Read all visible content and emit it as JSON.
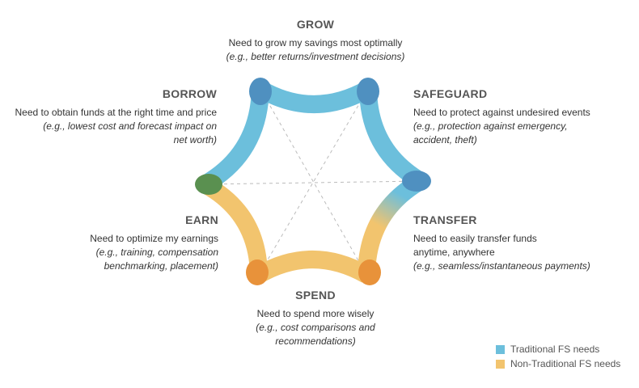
{
  "colors": {
    "traditional": "#6cbfdc",
    "non_traditional": "#f2c46e",
    "node_blue": "#4f90c0",
    "node_orange": "#e8923a",
    "node_green": "#5a9050"
  },
  "needs": {
    "grow": {
      "title": "GROW",
      "desc": "Need to grow my savings most optimally",
      "example": "(e.g., better returns/investment decisions)"
    },
    "borrow": {
      "title": "BORROW",
      "desc": "Need to obtain funds at the right time and price",
      "example1": "(e.g., lowest cost and forecast impact on",
      "example2": "net worth)"
    },
    "safeguard": {
      "title": "SAFEGUARD",
      "desc": "Need to protect against undesired events",
      "example1": "(e.g., protection against emergency,",
      "example2": "accident, theft)"
    },
    "earn": {
      "title": "EARN",
      "desc": "Need to optimize my earnings",
      "example1": "(e.g., training, compensation",
      "example2": "benchmarking, placement)"
    },
    "transfer": {
      "title": "TRANSFER",
      "desc1": "Need to easily transfer funds",
      "desc2": "anytime, anywhere",
      "example": "(e.g., seamless/instantaneous payments)"
    },
    "spend": {
      "title": "SPEND",
      "desc": "Need to spend more wisely",
      "example1": "(e.g., cost comparisons and",
      "example2": "recommendations)"
    }
  },
  "legend": [
    {
      "label": "Traditional FS needs"
    },
    {
      "label": "Non-Traditional FS needs"
    }
  ]
}
